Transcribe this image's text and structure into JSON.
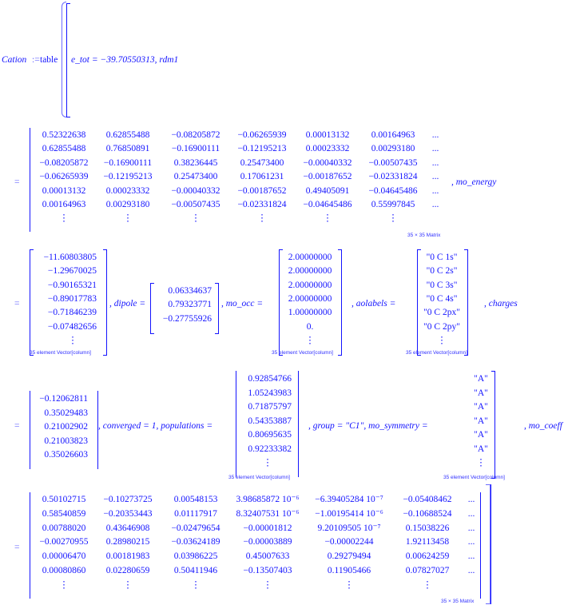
{
  "header": {
    "lhs": "Cation",
    "assign": ":=",
    "func": "table",
    "first": "e_tot = −39.70550313, rdm1"
  },
  "eq": "=",
  "rdm1": {
    "rows": [
      [
        "0.52322638",
        "0.62855488",
        "−0.08205872",
        "−0.06265939",
        "0.00013132",
        "0.00164963",
        "..."
      ],
      [
        "0.62855488",
        "0.76850891",
        "−0.16900111",
        "−0.12195213",
        "0.00023332",
        "0.00293180",
        "..."
      ],
      [
        "−0.08205872",
        "−0.16900111",
        "0.38236445",
        "0.25473400",
        "−0.00040332",
        "−0.00507435",
        "..."
      ],
      [
        "−0.06265939",
        "−0.12195213",
        "0.25473400",
        "0.17061231",
        "−0.00187652",
        "−0.02331824",
        "..."
      ],
      [
        "0.00013132",
        "0.00023332",
        "−0.00040332",
        "−0.00187652",
        "0.49405091",
        "−0.04645486",
        "..."
      ],
      [
        "0.00164963",
        "0.00293180",
        "−0.00507435",
        "−0.02331824",
        "−0.04645486",
        "0.55997845",
        "..."
      ],
      [
        "⋮",
        "⋮",
        "⋮",
        "⋮",
        "⋮",
        "⋮",
        ""
      ]
    ],
    "caption": "35 × 35 Matrix",
    "next": ", mo_energy"
  },
  "mo_energy": {
    "values": [
      "−11.60803805",
      "−1.29670025",
      "−0.90165321",
      "−0.89017783",
      "−0.71846239",
      "−0.07482656",
      "⋮"
    ],
    "caption": "35 element Vector[column]",
    "next": ", dipole ="
  },
  "dipole": {
    "values": [
      "0.06334637",
      "0.79323771",
      "−0.27755926"
    ],
    "next": ", mo_occ ="
  },
  "mo_occ": {
    "values": [
      "2.00000000",
      "2.00000000",
      "2.00000000",
      "2.00000000",
      "1.00000000",
      "0.",
      "⋮"
    ],
    "caption": "35 element Vector[column]",
    "next": ", aolabels ="
  },
  "aolabels": {
    "values": [
      "\"0 C 1s\"",
      "\"0 C 2s\"",
      "\"0 C 3s\"",
      "\"0 C 4s\"",
      "\"0 C 2px\"",
      "\"0 C 2py\"",
      "⋮"
    ],
    "caption": "35 element Vector[column]",
    "next": ", charges"
  },
  "charges": {
    "values": [
      "−0.12062811",
      "0.35029483",
      "0.21002902",
      "0.21003823",
      "0.35026603"
    ],
    "next": ", converged = 1, populations ="
  },
  "populations": {
    "values": [
      "0.92854766",
      "1.05243983",
      "0.71875797",
      "0.54353887",
      "0.80695635",
      "0.92233382",
      "⋮"
    ],
    "caption": "35 element Vector[column]",
    "next": ", group = \"C1\", mo_symmetry ="
  },
  "mo_symmetry": {
    "values": [
      "\"A\"",
      "\"A\"",
      "\"A\"",
      "\"A\"",
      "\"A\"",
      "\"A\"",
      "⋮"
    ],
    "caption": "35 element Vector[column]",
    "next": ", mo_coeff"
  },
  "mo_coeff": {
    "rows": [
      [
        "0.50102715",
        "−0.10273725",
        "0.00548153",
        "3.98685872 10⁻⁶",
        "−6.39405284 10⁻⁷",
        "−0.05408462",
        "..."
      ],
      [
        "0.58540859",
        "−0.20353443",
        "0.01117917",
        "8.32407531 10⁻⁶",
        "−1.00195414 10⁻⁶",
        "−0.10688524",
        "..."
      ],
      [
        "0.00788020",
        "0.43646908",
        "−0.02479654",
        "−0.00001812",
        "9.20109505 10⁻⁷",
        "0.15038226",
        "..."
      ],
      [
        "−0.00270955",
        "0.28980215",
        "−0.03624189",
        "−0.00003889",
        "−0.00002244",
        "1.92113458",
        "..."
      ],
      [
        "0.00006470",
        "0.00181983",
        "0.03986225",
        "0.45007633",
        "0.29279494",
        "0.00624259",
        "..."
      ],
      [
        "0.00080860",
        "0.02280659",
        "0.50411946",
        "−0.13507403",
        "0.11905466",
        "0.07827027",
        "..."
      ],
      [
        "⋮",
        "⋮",
        "⋮",
        "⋮",
        "⋮",
        "⋮",
        ""
      ]
    ],
    "caption": "35 × 35 Matrix"
  }
}
